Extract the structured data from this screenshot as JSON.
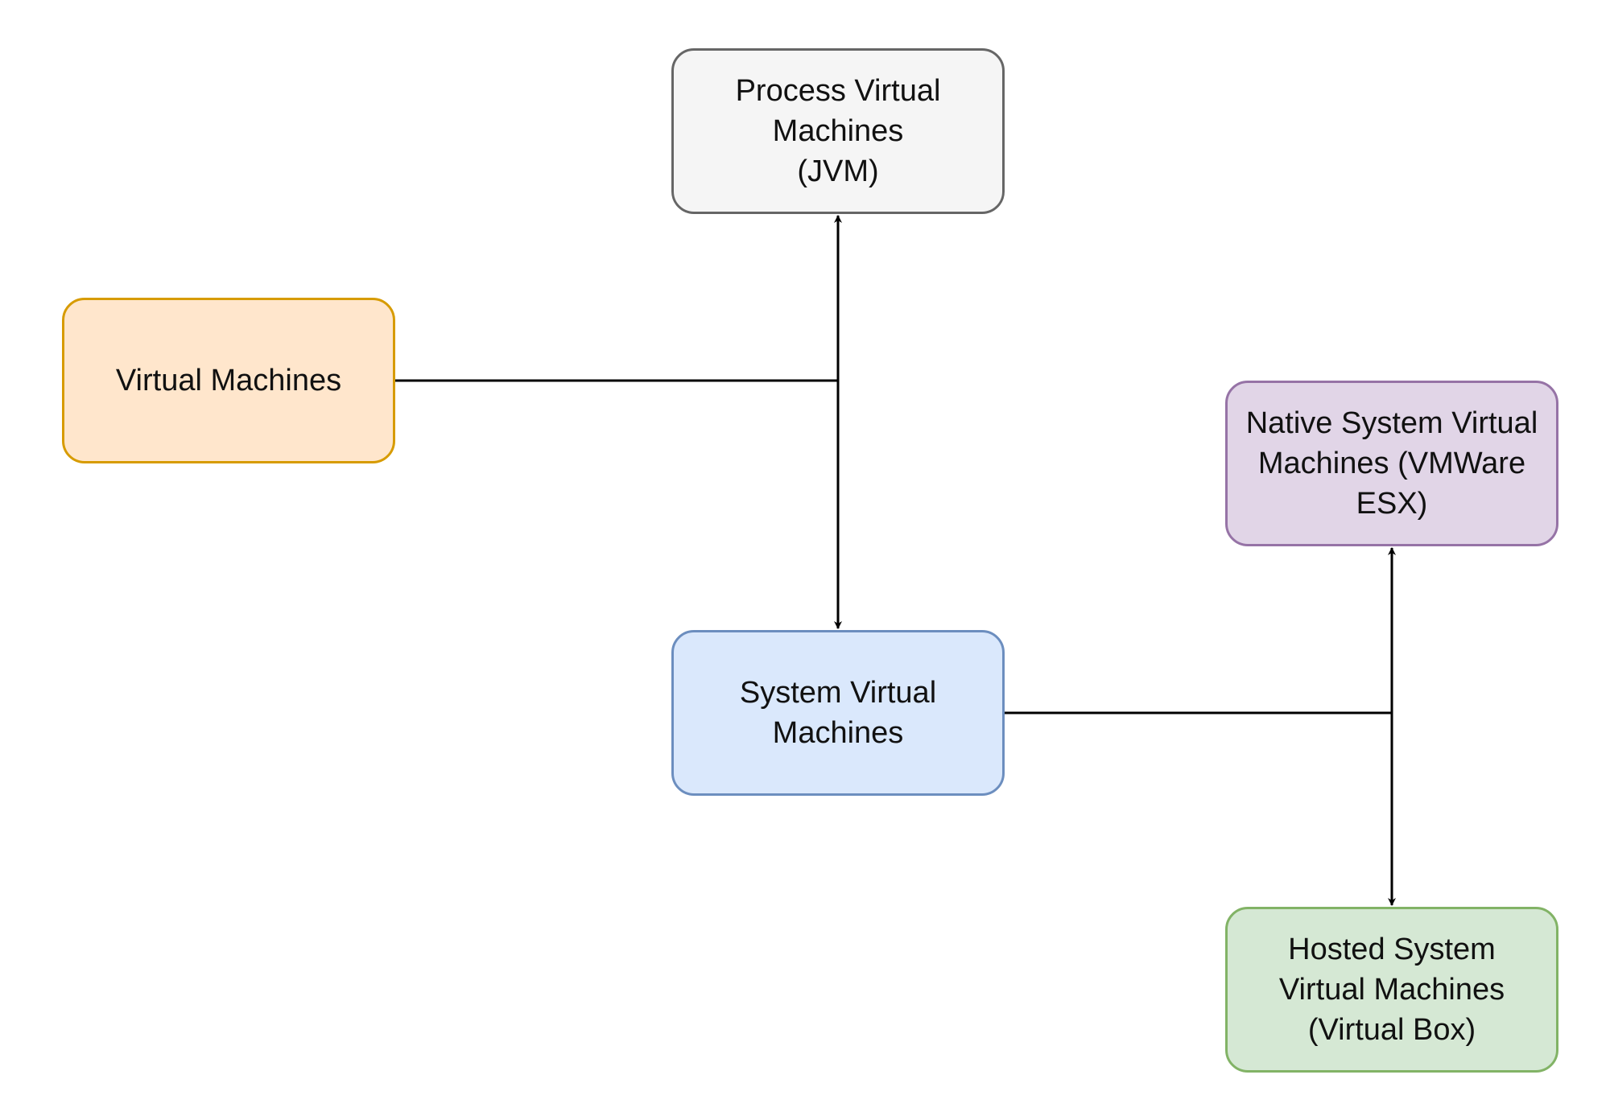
{
  "diagram": {
    "nodes": {
      "virtual_machines": {
        "label": "Virtual Machines",
        "fill": "#ffe6cc",
        "stroke": "#d79b00"
      },
      "process_vm": {
        "label": "Process Virtual\nMachines\n(JVM)",
        "fill": "#f5f5f5",
        "stroke": "#666666"
      },
      "system_vm": {
        "label": "System Virtual\nMachines",
        "fill": "#dae8fc",
        "stroke": "#6c8ebf"
      },
      "native_vm": {
        "label": "Native System Virtual\nMachines (VMWare\nESX)",
        "fill": "#e1d5e7",
        "stroke": "#9673a6"
      },
      "hosted_vm": {
        "label": "Hosted System\nVirtual Machines\n(Virtual Box)",
        "fill": "#d5e8d4",
        "stroke": "#82b366"
      }
    },
    "edges": [
      {
        "from": "virtual_machines",
        "to": "process_vm"
      },
      {
        "from": "virtual_machines",
        "to": "system_vm"
      },
      {
        "from": "system_vm",
        "to": "native_vm"
      },
      {
        "from": "system_vm",
        "to": "hosted_vm"
      }
    ],
    "edge_color": "#000000"
  }
}
